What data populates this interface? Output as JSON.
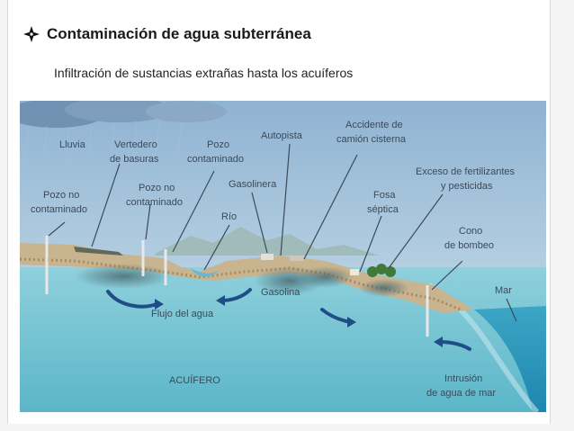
{
  "slide": {
    "title": "Contaminación de agua subterránea",
    "subtitle": "Infiltración de sustancias extrañas hasta los acuíferos"
  },
  "diagram": {
    "labels": {
      "lluvia": "Lluvia",
      "vertedero_1": "Vertedero",
      "vertedero_2": "de basuras",
      "pozo_cont_1": "Pozo",
      "pozo_cont_2": "contaminado",
      "autopista": "Autopista",
      "accidente_1": "Accidente de",
      "accidente_2": "camión cisterna",
      "exceso_1": "Exceso de fertilizantes",
      "exceso_2": "y pesticidas",
      "pozo_no_cont_left_1": "Pozo no",
      "pozo_no_cont_left_2": "contaminado",
      "pozo_no_cont_mid_1": "Pozo no",
      "pozo_no_cont_mid_2": "contaminado",
      "gasolinera": "Gasolinera",
      "fosa_1": "Fosa",
      "fosa_2": "séptica",
      "rio": "Río",
      "cono_1": "Cono",
      "cono_2": "de bombeo",
      "mar": "Mar",
      "gasolina": "Gasolina",
      "flujo": "Flujo del agua",
      "acuifero": "ACUÍFERO",
      "intrusion_1": "Intrusión",
      "intrusion_2": "de agua de mar"
    }
  }
}
